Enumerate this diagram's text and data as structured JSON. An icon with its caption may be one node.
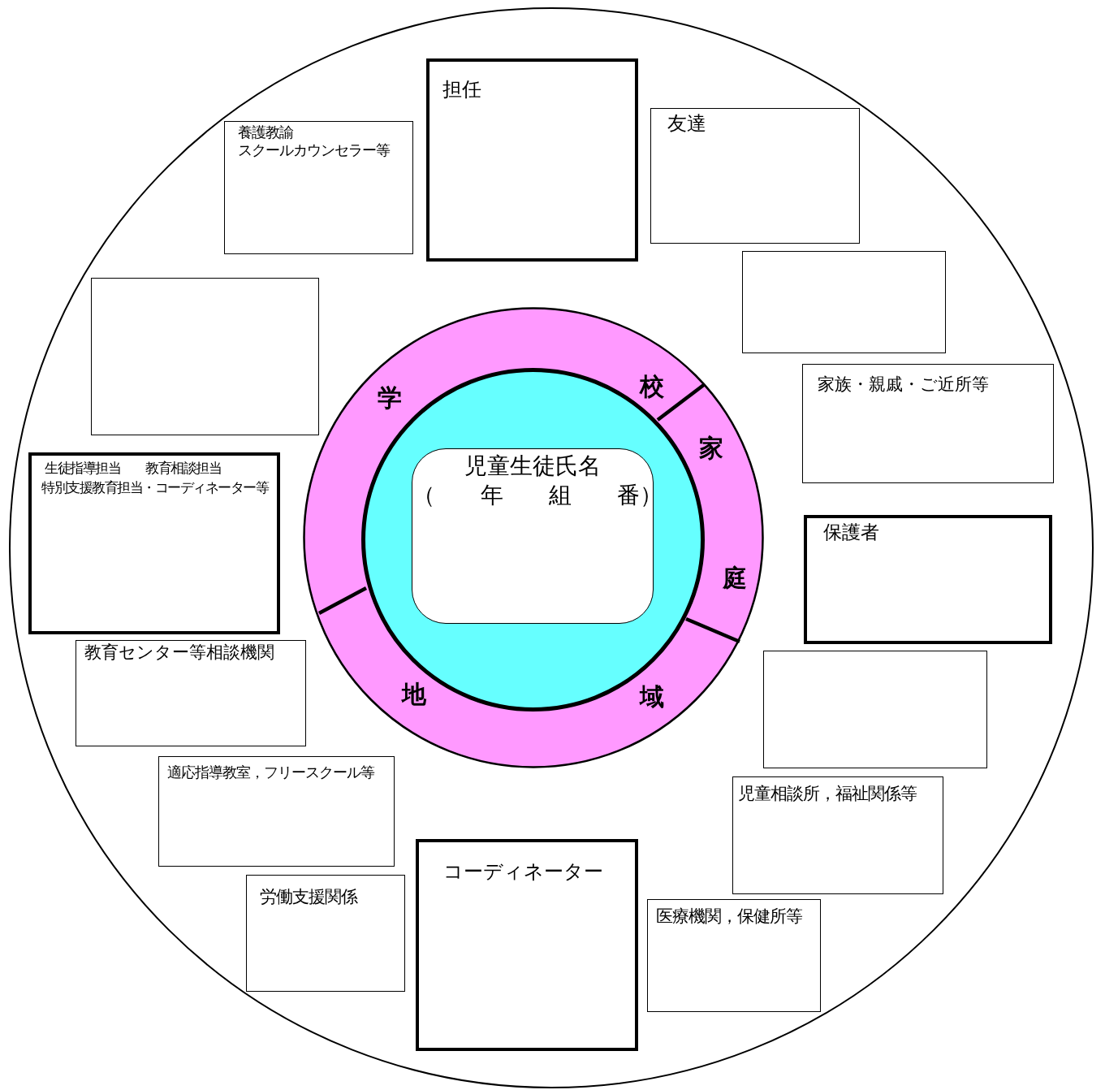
{
  "diagram": {
    "nodes": [
      {
        "text": [],
        "shape": "circle"
      },
      {
        "text": [
          "担任"
        ],
        "in": 0
      },
      {
        "text": [
          "友達"
        ],
        "in": 0
      },
      {
        "text": [
          "養護教諭",
          "スクールカウンセラー等"
        ],
        "in": 0
      },
      {
        "text": [],
        "shape": "box",
        "in": 0
      },
      {
        "text": [],
        "shape": "box",
        "in": 0
      },
      {
        "text": [
          "学",
          "校",
          "家",
          "庭",
          "地",
          "域"
        ],
        "in": 0
      },
      {
        "text": [
          "児童生徒氏名",
          "（　　年　　組　　番）"
        ],
        "in": 6
      },
      {
        "text": [
          "家族・親戚・ご近所等"
        ],
        "in": 0
      },
      {
        "text": [
          "生徒指導担当",
          "教育相談担当",
          "特別支援教育担当・コーディネーター等"
        ],
        "in": 0
      },
      {
        "text": [
          "保護者"
        ],
        "in": 0
      },
      {
        "text": [
          "教育センター等相談機関"
        ],
        "in": 0
      },
      {
        "text": [],
        "shape": "box",
        "in": 0
      },
      {
        "text": [
          "適応指導教室，フリースクール等"
        ],
        "in": 0
      },
      {
        "text": [
          "児童相談所，福祉関係等"
        ],
        "in": 0
      },
      {
        "text": [
          "コーディネーター"
        ],
        "in": 0
      },
      {
        "text": [
          "労働支援関係"
        ],
        "in": 0
      },
      {
        "text": [
          "医療機関，保健所等"
        ],
        "in": 0
      }
    ],
    "edges": []
  }
}
